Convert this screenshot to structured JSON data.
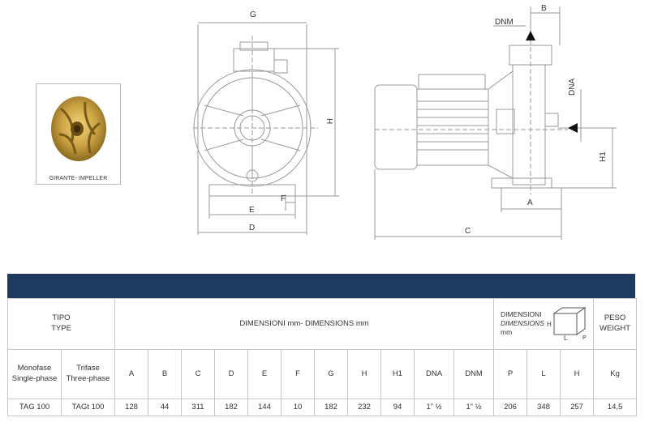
{
  "drawing": {
    "impeller_caption": "GIRANTE- IMPELLER",
    "dims": {
      "G": "G",
      "H": "H",
      "E": "E",
      "F": "F",
      "D": "D",
      "DNM": "DNM",
      "B": "B",
      "DNA": "DNA",
      "H1": "H1",
      "A": "A",
      "C": "C"
    },
    "colors": {
      "line": "#9a9a9a",
      "arrow": "#111111",
      "impeller": "#c9a040"
    }
  },
  "table": {
    "band_color": "#1f3a5f",
    "tipo": "TIPO",
    "type": "TYPE",
    "dimensions_label": "DIMENSIONI mm- DIMENSIONS mm",
    "pack_line1": "DIMENSIONI",
    "pack_line2": "DIMENSIONS",
    "pack_line3": "mm",
    "pack_icon_h": "H",
    "pack_icon_l": "L",
    "pack_icon_p": "P",
    "peso": "PESO",
    "weight": "WEIGHT",
    "col_mono_1": "Monofase",
    "col_mono_2": "Single-phase",
    "col_tri_1": "Trifase",
    "col_tri_2": "Three-phase",
    "cols": [
      "A",
      "B",
      "C",
      "D",
      "E",
      "F",
      "G",
      "H",
      "H1",
      "DNA",
      "DNM",
      "P",
      "L",
      "H",
      "Kg"
    ],
    "row": {
      "mono": "TAG 100",
      "tri": "TAGt 100",
      "values": [
        "128",
        "44",
        "311",
        "182",
        "144",
        "10",
        "182",
        "232",
        "94",
        "1” ½",
        "1” ½",
        "206",
        "348",
        "257",
        "14,5"
      ]
    }
  }
}
